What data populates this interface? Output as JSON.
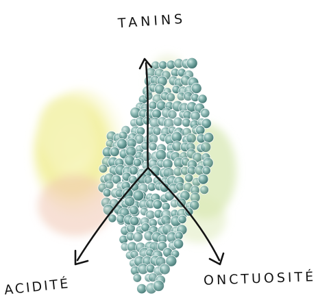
{
  "diagram": {
    "labels": {
      "top": "TANINS",
      "left": "ACIDITÉ",
      "right": "ONCTUOSITÉ"
    },
    "colors": {
      "grape": "#4f8a88",
      "grape_light": "#8fb8b4",
      "leaf_yellow": "#f2f0a0",
      "leaf_green": "#cfe3a2",
      "leaf_pink": "#f1c7b2",
      "ink": "#141414"
    }
  }
}
